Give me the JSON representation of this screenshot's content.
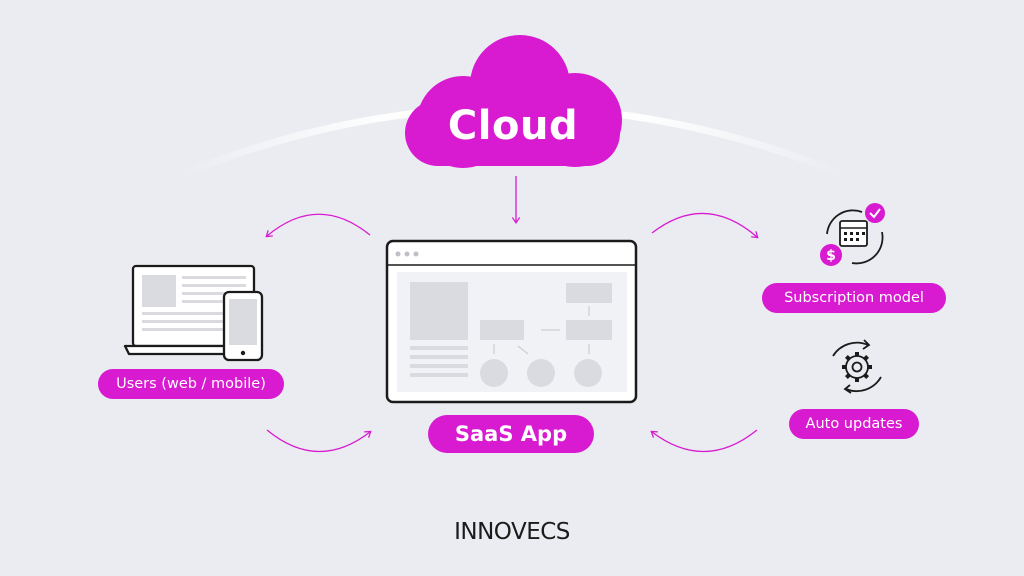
{
  "diagram": {
    "cloud": {
      "label": "Cloud",
      "icon": "cloud-icon"
    },
    "center": {
      "label": "SaaS App",
      "icon": "app-window-icon"
    },
    "users": {
      "label": "Users (web / mobile)",
      "icon": "laptop-phone-icon"
    },
    "subscription": {
      "label": "Subscription model",
      "icon": "subscription-calendar-dollar-icon"
    },
    "updates": {
      "label": "Auto updates",
      "icon": "gear-sync-icon"
    }
  },
  "brand": {
    "name": "INNOVECS"
  },
  "colors": {
    "accent": "#d81ad0",
    "background": "#eaecf1",
    "ink": "#1b1b1b",
    "wireframe": "#dadbe0"
  }
}
